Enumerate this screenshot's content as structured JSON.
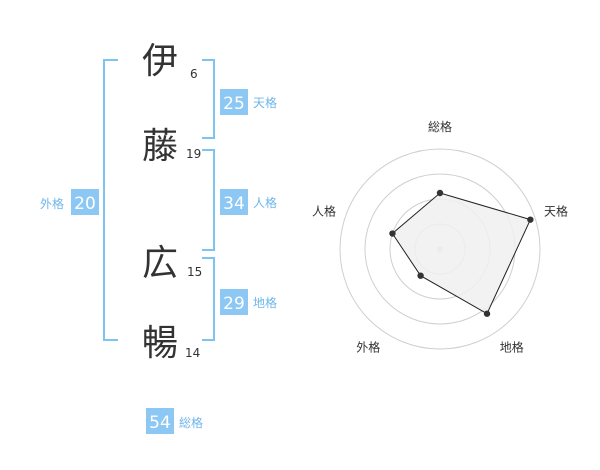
{
  "name": {
    "chars": [
      {
        "char": "伊",
        "strokes": "6"
      },
      {
        "char": "藤",
        "strokes": "19"
      },
      {
        "char": "広",
        "strokes": "15"
      },
      {
        "char": "暢",
        "strokes": "14"
      }
    ]
  },
  "kaku": {
    "tenkaku": {
      "value": "25",
      "label": "天格"
    },
    "jinkaku": {
      "value": "34",
      "label": "人格"
    },
    "chikaku": {
      "value": "29",
      "label": "地格"
    },
    "gaikaku": {
      "value": "20",
      "label": "外格"
    },
    "soukaku": {
      "value": "54",
      "label": "総格"
    }
  },
  "colors": {
    "accent": "#8cc8f3",
    "bracket": "#7fc3f0",
    "label_text": "#6fb6ea",
    "char_text": "#333333",
    "grid": "#cfcfcf",
    "fill": "#f0f0f0"
  },
  "chart_data": {
    "type": "radar",
    "axes": [
      "総格",
      "天格",
      "地格",
      "外格",
      "人格"
    ],
    "values": [
      0.56,
      0.95,
      0.8,
      0.33,
      0.5
    ],
    "rmax": 1,
    "rings": 4
  }
}
